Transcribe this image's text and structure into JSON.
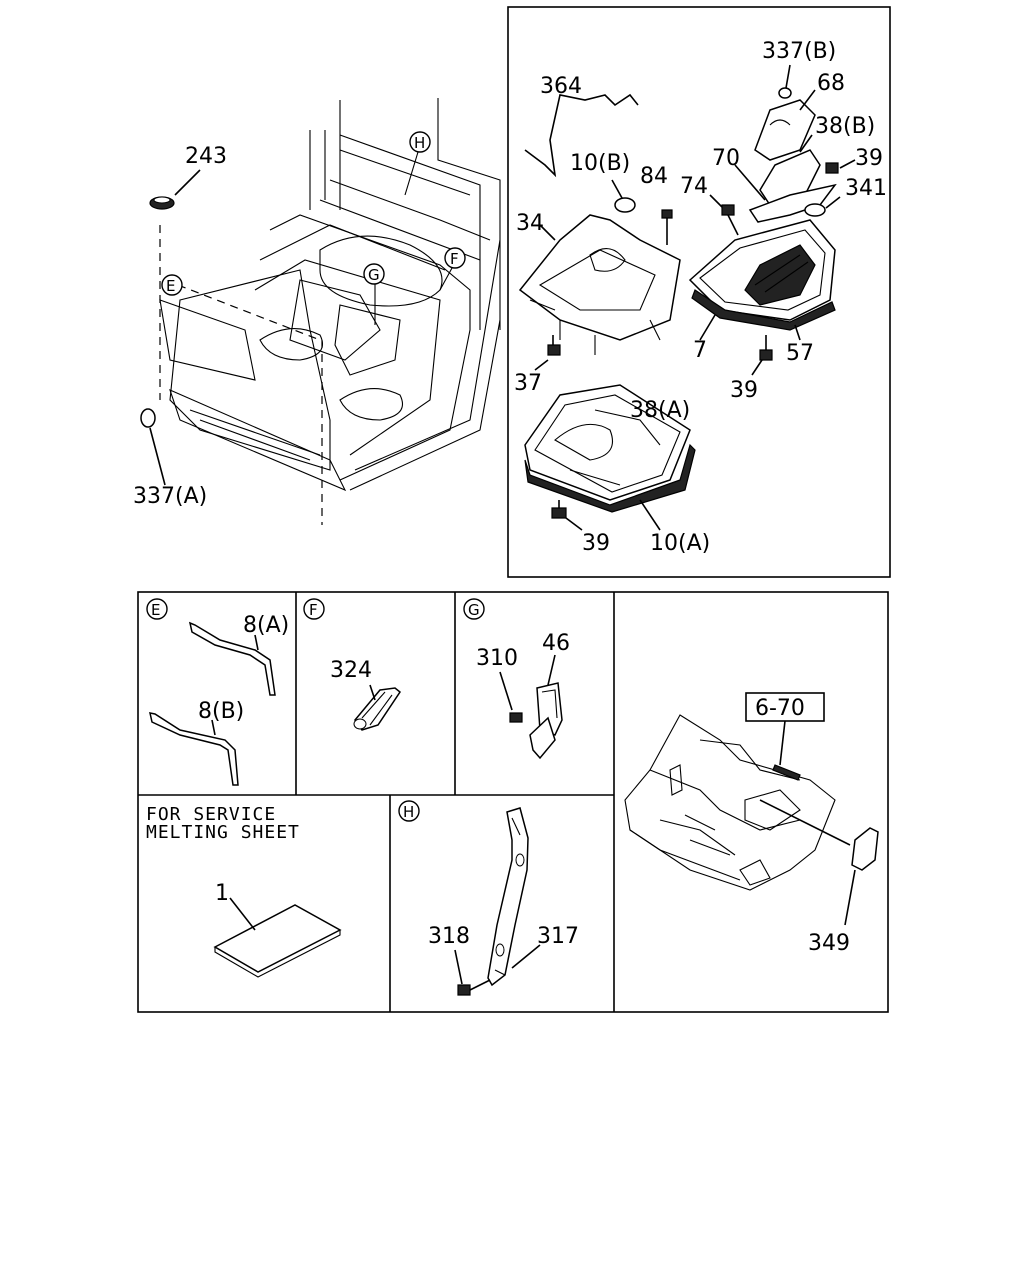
{
  "top_right_panel": {
    "labels": {
      "p364": "364",
      "p337b": "337(B)",
      "p68": "68",
      "p38b": "38(B)",
      "p10b": "10(B)",
      "p84": "84",
      "p70": "70",
      "p39a": "39",
      "p74": "74",
      "p341": "341",
      "p34": "34",
      "p7": "7",
      "p57": "57",
      "p37": "37",
      "p39b": "39",
      "p38a": "38(A)",
      "p39c": "39",
      "p10a": "10(A)"
    }
  },
  "main_view": {
    "labels": {
      "p243": "243",
      "p337a": "337(A)"
    },
    "callouts": {
      "E": "E",
      "F": "F",
      "G": "G",
      "H": "H"
    }
  },
  "detail_E": {
    "callout": "E",
    "p8a": "8(A)",
    "p8b": "8(B)"
  },
  "detail_F": {
    "callout": "F",
    "p324": "324"
  },
  "detail_G": {
    "callout": "G",
    "p310": "310",
    "p46": "46"
  },
  "detail_ref": {
    "ref_box": "6-70",
    "p349": "349"
  },
  "detail_service": {
    "line1": "FOR SERVICE",
    "line2": "MELTING SHEET",
    "p1": "1"
  },
  "detail_H": {
    "callout": "H",
    "p318": "318",
    "p317": "317"
  }
}
